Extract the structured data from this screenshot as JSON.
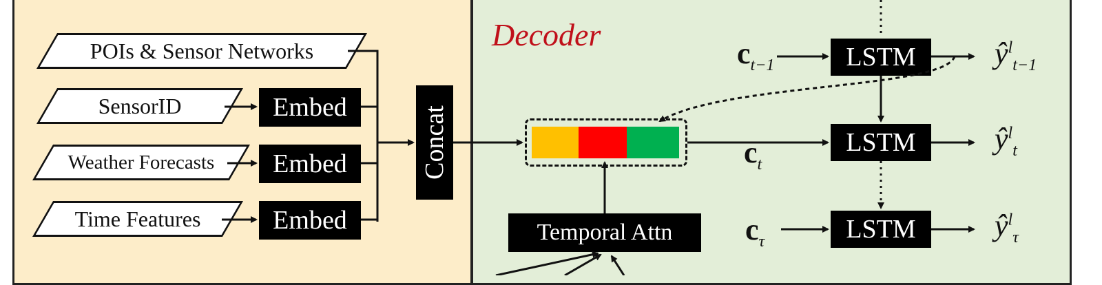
{
  "encoder": {
    "inputs": [
      {
        "label": "POIs & Sensor Networks"
      },
      {
        "label": "SensorID"
      },
      {
        "label": "Weather Forecasts"
      },
      {
        "label": "Time Features"
      }
    ],
    "embed_label": "Embed",
    "concat_label": "Concat"
  },
  "decoder": {
    "title": "Decoder",
    "lstm_label": "LSTM",
    "attn_label": "Temporal Attn",
    "context_colors": [
      "#ffc000",
      "#ff0000",
      "#00b050"
    ],
    "rows": [
      {
        "c_sub": "t−1",
        "y_sup": "l",
        "y_sub": "t−1"
      },
      {
        "c_sub": "t",
        "y_sup": "l",
        "y_sub": "t"
      },
      {
        "c_sub": "τ",
        "y_sup": "l",
        "y_sub": "τ"
      }
    ]
  },
  "colors": {
    "encoder_bg": "#fdedc9",
    "decoder_bg": "#e3eed8",
    "title_color": "#c0101a"
  }
}
